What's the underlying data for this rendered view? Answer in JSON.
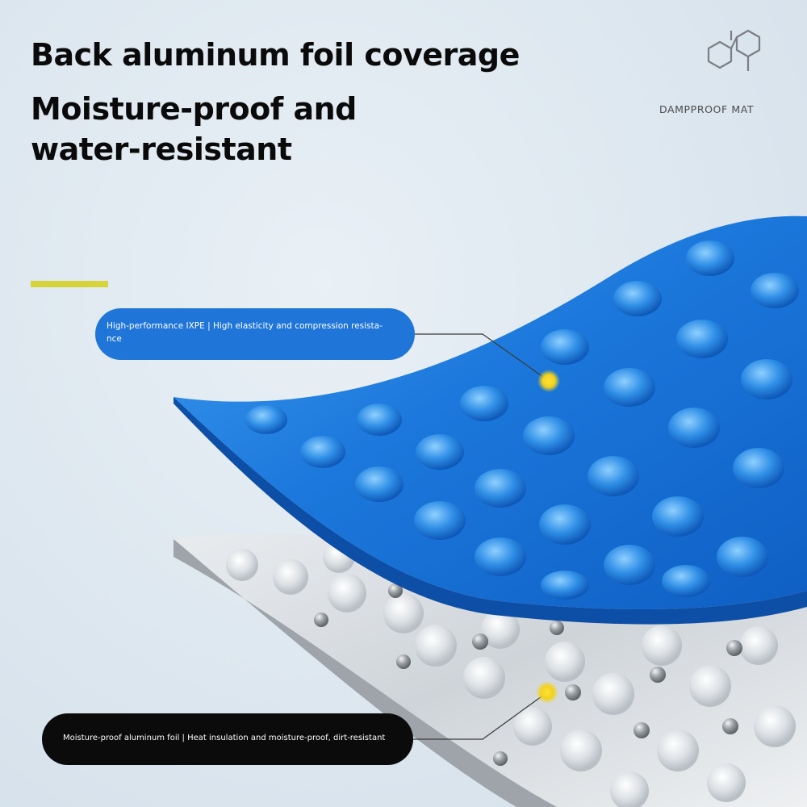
{
  "headline": {
    "line1": "Back aluminum foil coverage",
    "line2": "Moisture-proof and water-resistant"
  },
  "brand": {
    "label": "DAMPPROOF MAT",
    "logo_icon": "hexagon-molecule-icon"
  },
  "callouts": {
    "ixpe": "High-performance IXPE | High elasticity and compression resista-nce",
    "foil": "Moisture-proof aluminum foil | Heat insulation and moisture-proof, dirt-resistant"
  },
  "colors": {
    "accent": "#d6d43a",
    "ixpe_blue": "#1f75d8",
    "foil_callout": "#0b0b0b",
    "marker": "#f2d21c"
  }
}
